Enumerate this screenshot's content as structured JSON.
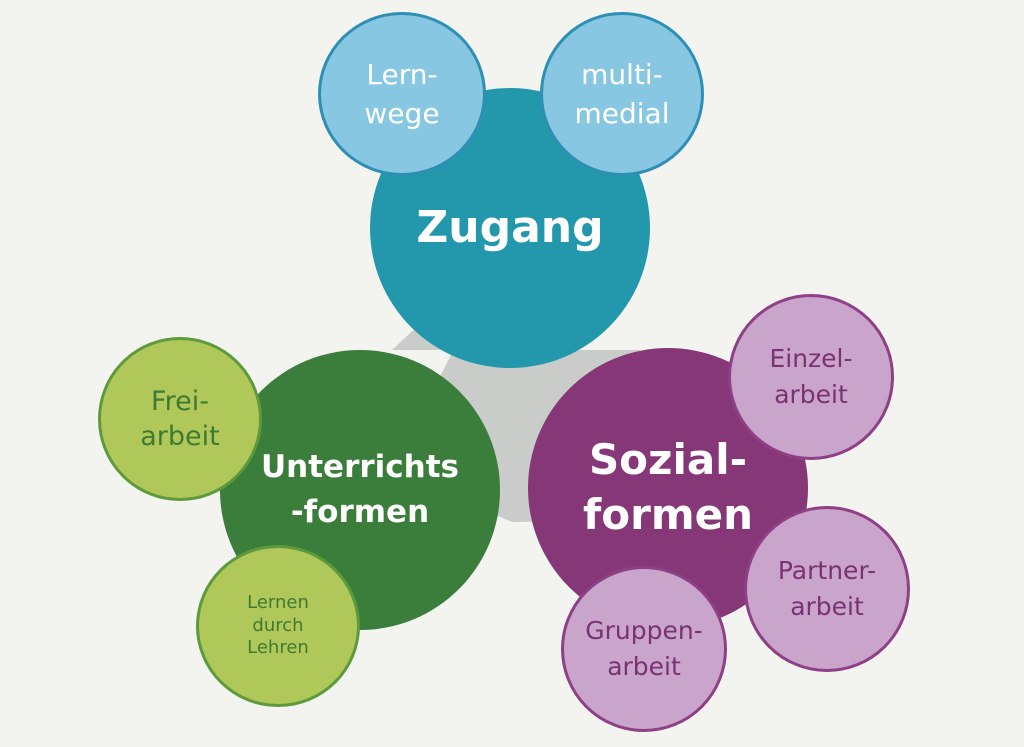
{
  "diagram": {
    "center": {
      "label": "Zugang",
      "color": "#2398ad",
      "satellites": [
        {
          "label": "Lern-\nwege",
          "color": "#87c7e2"
        },
        {
          "label": "multi-\nmedial",
          "color": "#87c7e2"
        }
      ]
    },
    "left": {
      "label": "Unterrichts\n-formen",
      "color": "#3b7d3b",
      "satellites": [
        {
          "label": "Frei-\narbeit",
          "color": "#b0c859"
        },
        {
          "label": "Lernen\ndurch\nLehren",
          "color": "#b0c859"
        }
      ]
    },
    "right": {
      "label": "Sozial-\nformen",
      "color": "#853778",
      "satellites": [
        {
          "label": "Einzel-\narbeit",
          "color": "#c9a4cb"
        },
        {
          "label": "Partner-\narbeit",
          "color": "#c9a4cb"
        },
        {
          "label": "Gruppen-\narbeit",
          "color": "#c9a4cb"
        }
      ]
    },
    "connector_color": "#c9ccc8"
  }
}
